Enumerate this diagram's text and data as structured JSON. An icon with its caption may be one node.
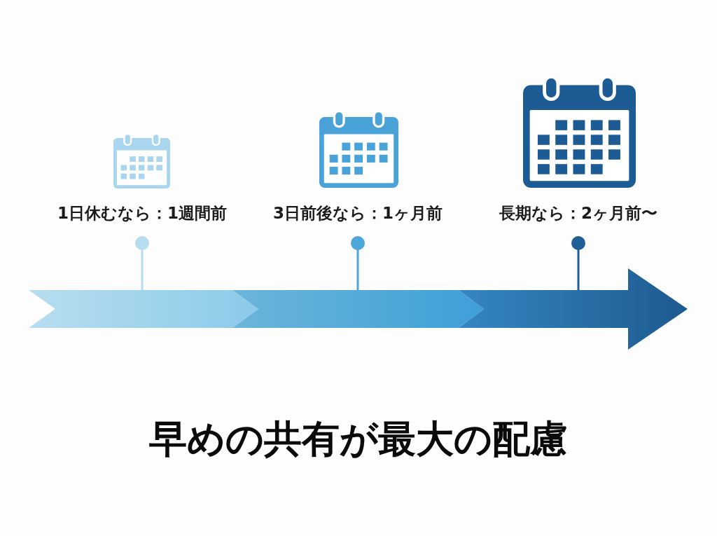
{
  "diagram": {
    "labels": [
      "1日休むなら：1週間前",
      "3日前後なら：1ヶ月前",
      "長期なら：2ヶ月前〜"
    ],
    "caption": "早めの共有が最大の配慮"
  }
}
